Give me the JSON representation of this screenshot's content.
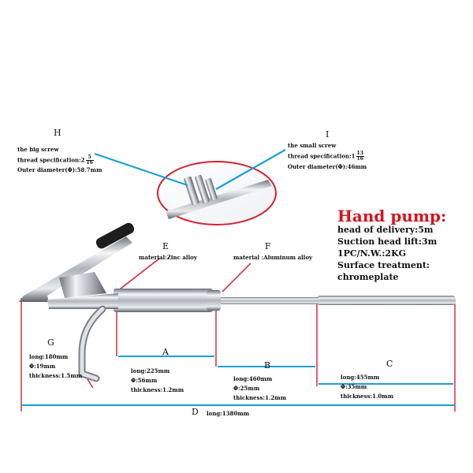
{
  "colors": {
    "blue_line": "#1aa0d8",
    "red_line": "#d42030",
    "title_red": "#d4141c",
    "handle_grip": "#1e1e1e",
    "chrome": "#c8cdd2"
  },
  "callouts": {
    "H": {
      "letter": "H",
      "line1": "the big screw",
      "line2_prefix": "thread specification:2",
      "frac_num": "5",
      "frac_den": "16",
      "line3": "Outer diameter(Φ):58.7mm"
    },
    "I": {
      "letter": "I",
      "line1": "the small screw",
      "line2_prefix": "thread specification:1",
      "frac_num": "13",
      "frac_den": "16",
      "line3": "Outer diameter(Φ):46mm"
    },
    "E": {
      "letter": "E",
      "text": "material:Zinc alloy"
    },
    "F": {
      "letter": "F",
      "text": "material :Aluminum alloy"
    }
  },
  "hand_pump": {
    "title": "Hand pump:",
    "lines": [
      "head of delivery:5m",
      "Suction head lift:3m",
      "1PC/N.W.:2KG",
      "Surface treatment:",
      "chromeplate"
    ]
  },
  "dimensions": {
    "A": {
      "letter": "A",
      "lines": [
        "long:225mm",
        "Φ:56mm",
        "thickness:1.2mm"
      ]
    },
    "B": {
      "letter": "B",
      "lines": [
        "long:460mm",
        "Φ:25mm",
        "thickness:1.2mm"
      ]
    },
    "C": {
      "letter": "C",
      "lines": [
        "long:455mm",
        "Φ:35mm",
        "thickness:1.0mm"
      ]
    },
    "D": {
      "letter": "D",
      "text": "long:1380mm"
    },
    "G": {
      "letter": "G",
      "lines": [
        "long:180mm",
        "Φ:19mm",
        "thickness:1.5mm"
      ]
    }
  }
}
